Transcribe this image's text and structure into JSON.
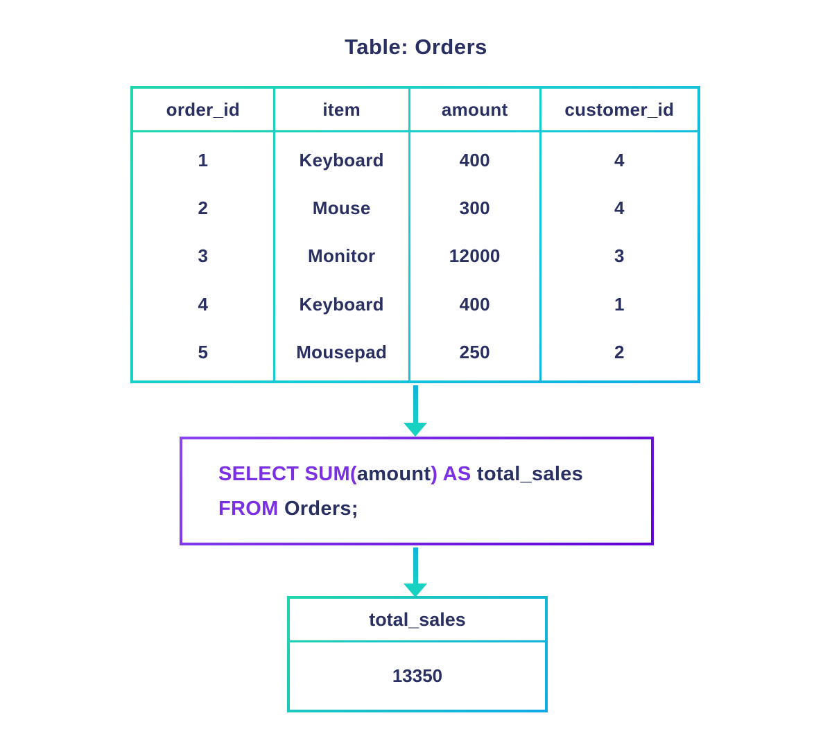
{
  "title": "Table: Orders",
  "orders": {
    "columns": [
      "order_id",
      "item",
      "amount",
      "customer_id"
    ],
    "rows": [
      [
        "1",
        "Keyboard",
        "400",
        "4"
      ],
      [
        "2",
        "Mouse",
        "300",
        "4"
      ],
      [
        "3",
        "Monitor",
        "12000",
        "3"
      ],
      [
        "4",
        "Keyboard",
        "400",
        "1"
      ],
      [
        "5",
        "Mousepad",
        "250",
        "2"
      ]
    ]
  },
  "query": {
    "l1k1": "SELECT SUM(",
    "l1a": "amount",
    "l1k2": ") AS ",
    "l1b": "total_sales",
    "l2k": "FROM ",
    "l2a": "Orders;"
  },
  "result": {
    "header": "total_sales",
    "value": "13350"
  },
  "colors": {
    "text_navy": "#2a2f62",
    "keyword_purple": "#7b2fe3",
    "table_border_gradient_start": "#1fd6ab",
    "table_border_gradient_end": "#0fa9e6",
    "query_border_gradient_start": "#8a46f1",
    "query_border_gradient_end": "#6002d2",
    "arrow_teal": "#16cfc6"
  }
}
